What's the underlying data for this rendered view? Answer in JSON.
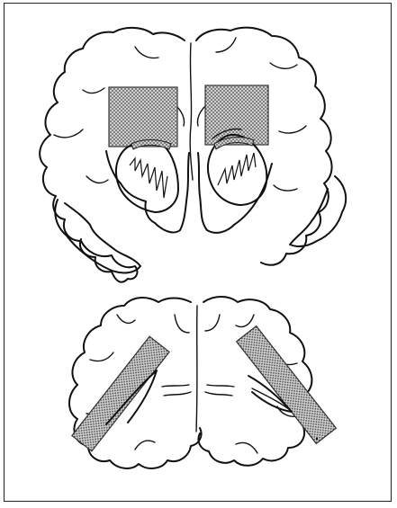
{
  "figure": {
    "description_free": true,
    "panels": [
      {
        "id": "coronal-section",
        "lesion_regions": 2
      },
      {
        "id": "axial-section",
        "lesion_regions": 2
      }
    ],
    "colors": {
      "outline": "#111111",
      "lesion_fill_dots": "#555555",
      "lesion_fill_base": "#c8c8c8",
      "background": "#ffffff"
    }
  }
}
